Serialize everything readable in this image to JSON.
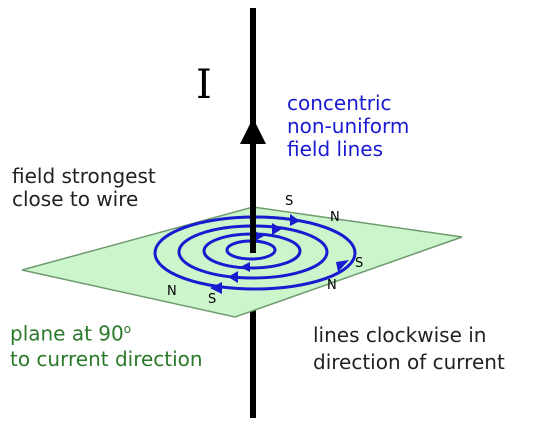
{
  "current_symbol": "I",
  "labels": {
    "field_lines": [
      "concentric",
      "non-uniform",
      "field lines"
    ],
    "field_strongest": [
      "field strongest",
      "close to wire"
    ],
    "plane": [
      "plane at 90",
      "o",
      "to current direction"
    ],
    "direction": [
      "lines clockwise in",
      "direction of current"
    ]
  },
  "poles": {
    "s_top": "S",
    "n_top_right": "N",
    "s_right": "S",
    "n_right": "N",
    "n_left": "N",
    "s_left": "S"
  },
  "colors": {
    "plane_fill": "#ccf5cc",
    "plane_stroke": "#6f9b6f",
    "wire": "#000000",
    "field_line": "#1a1ad0",
    "label_blue": "#1a1ad0",
    "label_green": "#2a7a2a"
  }
}
